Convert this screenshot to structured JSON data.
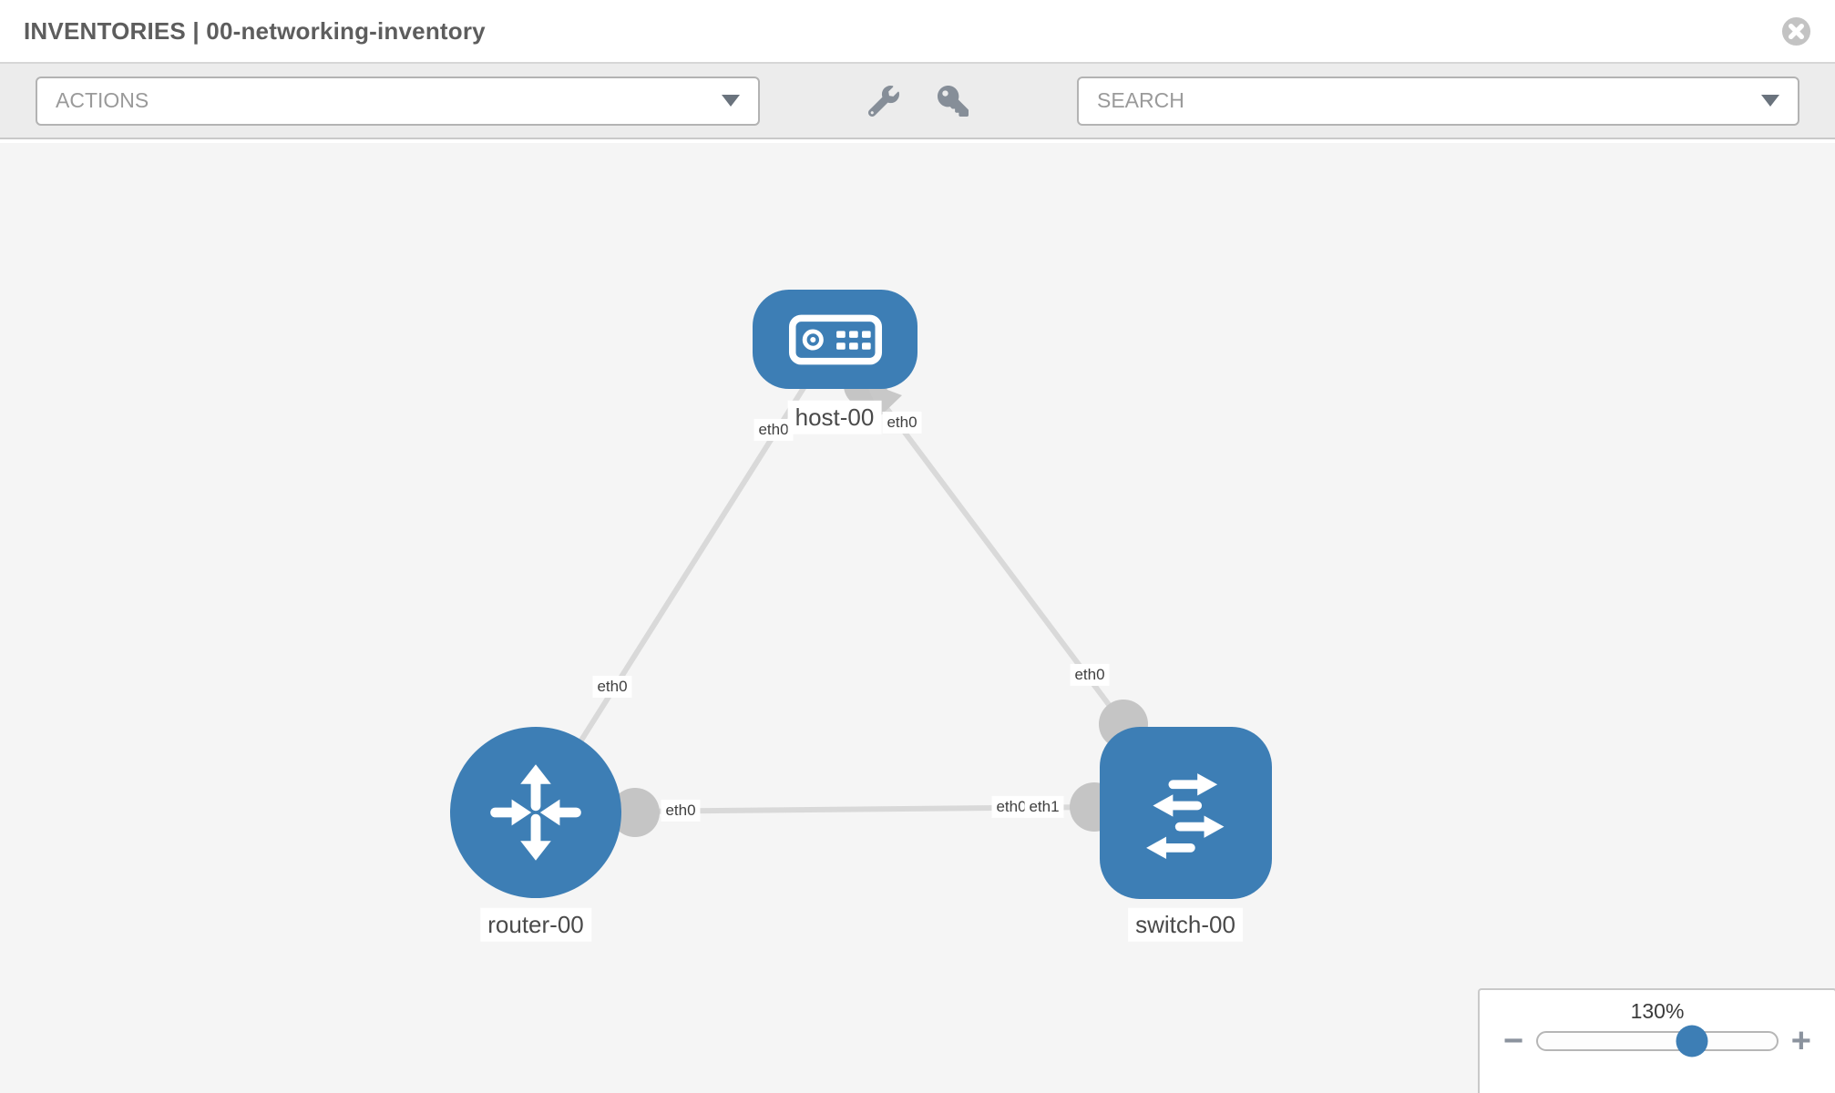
{
  "header": {
    "title": "INVENTORIES | 00-networking-inventory"
  },
  "toolbar": {
    "actions_label": "ACTIONS",
    "search_label": "SEARCH"
  },
  "icons": {
    "close": "close-x-icon",
    "wrench": "wrench-icon",
    "key": "key-icon",
    "actions_caret": "chevron-down-icon",
    "search_caret": "chevron-down-icon"
  },
  "graph": {
    "nodes": [
      {
        "id": "host-00",
        "label": "host-00",
        "type": "host"
      },
      {
        "id": "router-00",
        "label": "router-00",
        "type": "router"
      },
      {
        "id": "switch-00",
        "label": "switch-00",
        "type": "switch"
      }
    ],
    "edges": [
      {
        "from": "host-00",
        "to": "router-00",
        "from_interface": "eth0",
        "to_interface": "eth0"
      },
      {
        "from": "host-00",
        "to": "switch-00",
        "from_interface": "eth0",
        "to_interface": "eth0"
      },
      {
        "from": "router-00",
        "to": "switch-00",
        "from_interface": "eth0",
        "to_interface": "eth1"
      }
    ],
    "interface_labels": [
      {
        "edge": "host-00/router-00",
        "side": "host-00",
        "text": "eth0"
      },
      {
        "edge": "host-00/switch-00",
        "side": "host-00",
        "text": "eth0"
      },
      {
        "edge": "host-00/router-00",
        "side": "router-00",
        "text": "eth0"
      },
      {
        "edge": "host-00/switch-00",
        "side": "switch-00",
        "text": "eth0"
      },
      {
        "edge": "router-00/switch-00",
        "side": "router-00",
        "text": "eth0"
      },
      {
        "edge": "router-00/switch-00",
        "side": "switch-00",
        "text": "eth0"
      },
      {
        "edge": "router-00/switch-00",
        "side": "switch-00",
        "text": "eth1"
      }
    ]
  },
  "zoom_control": {
    "level": "130%",
    "minus_label": "−",
    "plus_label": "+"
  },
  "colors": {
    "node_blue": "#3d7eb5",
    "edge_gray": "#d9d9d9",
    "dot_gray": "#c5c5c5",
    "canvas_bg": "#f5f5f5",
    "toolbar_bg": "#ececec"
  }
}
